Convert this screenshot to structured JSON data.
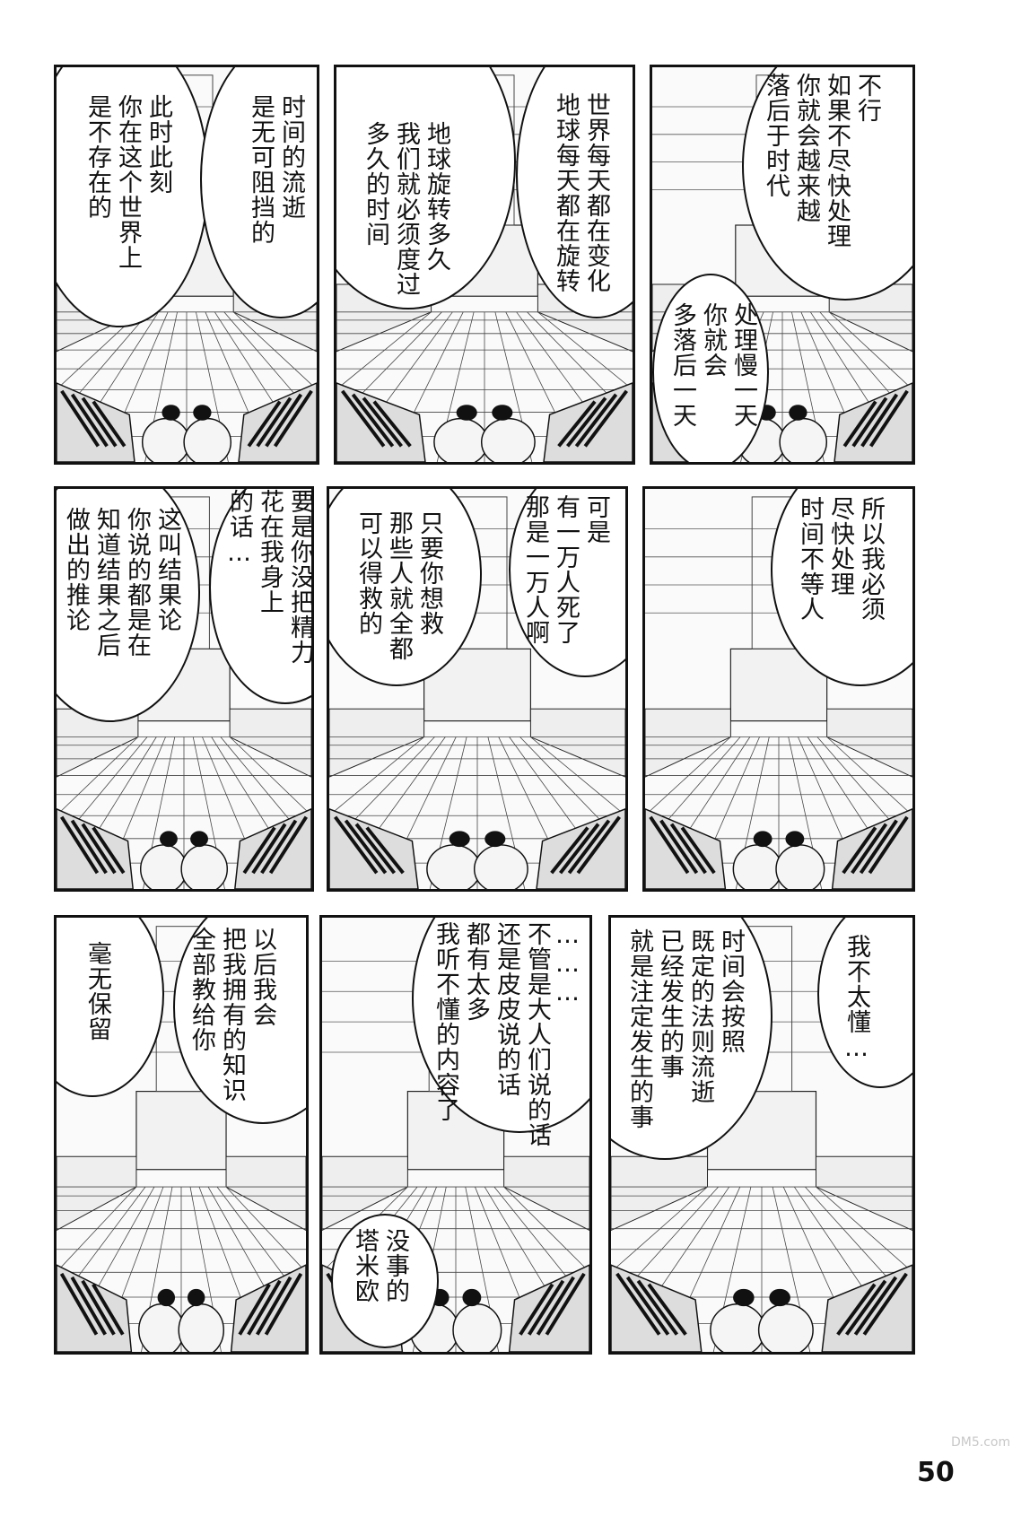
{
  "page_number": "50",
  "panels": [
    {
      "id": "p1",
      "lines": [
        {
          "bind": "a",
          "text": "此时此刻\n你在这个世界上\n是不存在的"
        },
        {
          "bind": "b",
          "text": "时间的流逝\n是无可阻挡的"
        }
      ]
    },
    {
      "id": "p2",
      "lines": [
        {
          "bind": "a",
          "text": "世界每天都在变化\n地球每天都在旋转"
        },
        {
          "bind": "b",
          "text": "地球旋转多久\n我们就必须度过\n多久的时间"
        }
      ]
    },
    {
      "id": "p3",
      "lines": [
        {
          "bind": "a",
          "text": "不行\n如果不尽快处理\n你就会越来越\n落后于时代"
        },
        {
          "bind": "b",
          "text": "处理慢一天\n你就会\n多落后一天"
        }
      ]
    },
    {
      "id": "p4",
      "lines": [
        {
          "bind": "a",
          "text": "这叫结果论\n你说的都是在\n知道结果之后\n做出的推论"
        },
        {
          "bind": "b",
          "text": "要是你没把精力\n花在我身上\n的话…"
        }
      ]
    },
    {
      "id": "p5",
      "lines": [
        {
          "bind": "a",
          "text": "可是\n有一万人死了\n那是一万人啊"
        },
        {
          "bind": "b",
          "text": "只要你想救\n那些人就全都\n可以得救的"
        }
      ]
    },
    {
      "id": "p6",
      "lines": [
        {
          "bind": "a",
          "text": "所以我必须\n尽快处理\n时间不等人"
        }
      ]
    },
    {
      "id": "p7",
      "lines": [
        {
          "bind": "a",
          "text": "毫无保留"
        },
        {
          "bind": "b",
          "text": "以后我会\n把我拥有的知识\n全部教给你"
        }
      ]
    },
    {
      "id": "p8",
      "lines": [
        {
          "bind": "a",
          "text": "………\n不管是大人们说的话\n还是皮皮说的话\n都有太多\n我听不懂的内容了"
        },
        {
          "bind": "b",
          "text": "没事的\n塔米欧"
        }
      ]
    },
    {
      "id": "p9",
      "lines": [
        {
          "bind": "a",
          "text": "我不太懂…"
        },
        {
          "bind": "b",
          "text": "时间会按照\n既定的法则流逝\n已经发生的事\n就是注定发生的事"
        }
      ]
    }
  ],
  "watermark_text": "DM5.com"
}
